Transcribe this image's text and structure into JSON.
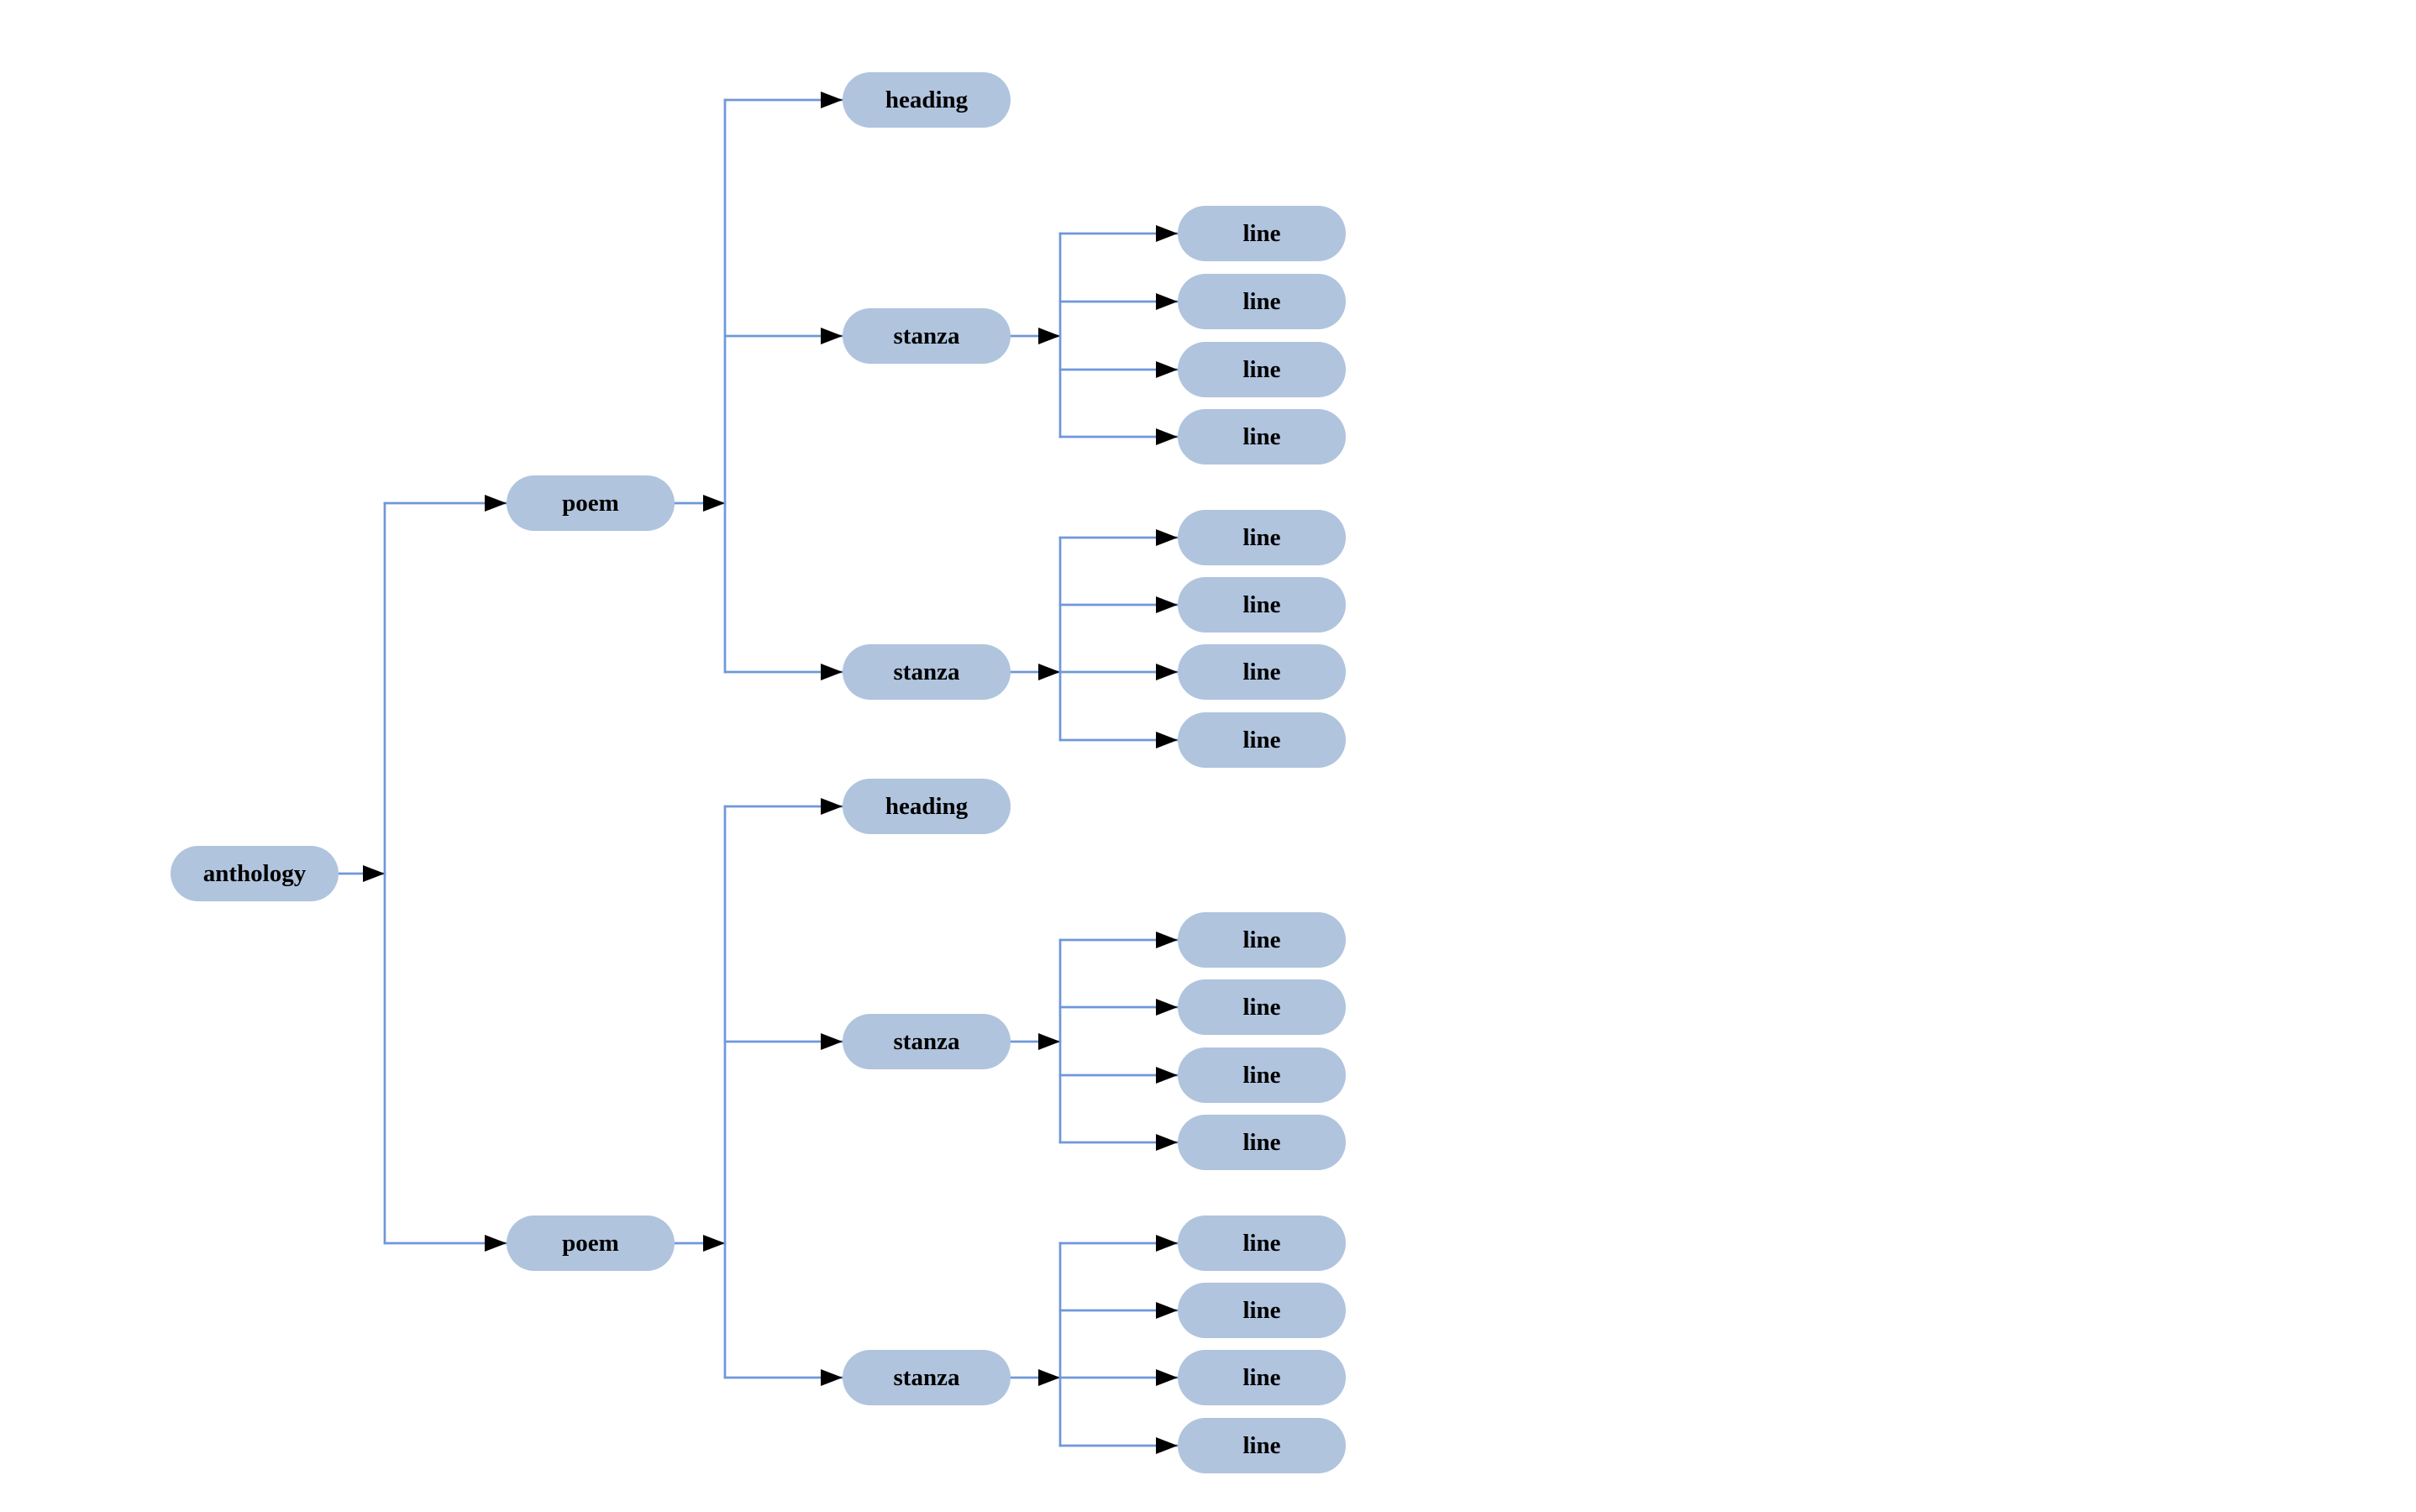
{
  "diagram": {
    "type": "tree",
    "orientation": "left-to-right",
    "colors": {
      "background": "#ffffff",
      "node_fill": "#b0c4de",
      "edge": "#6f97da",
      "arrow": "#000000",
      "text": "#000000"
    },
    "structure": {
      "label": "anthology",
      "children": [
        {
          "label": "poem",
          "children": [
            {
              "label": "heading",
              "children": []
            },
            {
              "label": "stanza",
              "children": [
                {
                  "label": "line"
                },
                {
                  "label": "line"
                },
                {
                  "label": "line"
                },
                {
                  "label": "line"
                }
              ]
            },
            {
              "label": "stanza",
              "children": [
                {
                  "label": "line"
                },
                {
                  "label": "line"
                },
                {
                  "label": "line"
                },
                {
                  "label": "line"
                }
              ]
            }
          ]
        },
        {
          "label": "poem",
          "children": [
            {
              "label": "heading",
              "children": []
            },
            {
              "label": "stanza",
              "children": [
                {
                  "label": "line"
                },
                {
                  "label": "line"
                },
                {
                  "label": "line"
                },
                {
                  "label": "line"
                }
              ]
            },
            {
              "label": "stanza",
              "children": [
                {
                  "label": "line"
                },
                {
                  "label": "line"
                },
                {
                  "label": "line"
                },
                {
                  "label": "line"
                }
              ]
            }
          ]
        }
      ]
    },
    "nodes": [
      {
        "id": "anthology",
        "label": "anthology"
      },
      {
        "id": "poem-1",
        "label": "poem"
      },
      {
        "id": "heading-1",
        "label": "heading"
      },
      {
        "id": "stanza-1",
        "label": "stanza"
      },
      {
        "id": "line-1-1",
        "label": "line"
      },
      {
        "id": "line-1-2",
        "label": "line"
      },
      {
        "id": "line-1-3",
        "label": "line"
      },
      {
        "id": "line-1-4",
        "label": "line"
      },
      {
        "id": "stanza-2",
        "label": "stanza"
      },
      {
        "id": "line-2-1",
        "label": "line"
      },
      {
        "id": "line-2-2",
        "label": "line"
      },
      {
        "id": "line-2-3",
        "label": "line"
      },
      {
        "id": "line-2-4",
        "label": "line"
      },
      {
        "id": "poem-2",
        "label": "poem"
      },
      {
        "id": "heading-2",
        "label": "heading"
      },
      {
        "id": "stanza-3",
        "label": "stanza"
      },
      {
        "id": "line-3-1",
        "label": "line"
      },
      {
        "id": "line-3-2",
        "label": "line"
      },
      {
        "id": "line-3-3",
        "label": "line"
      },
      {
        "id": "line-3-4",
        "label": "line"
      },
      {
        "id": "stanza-4",
        "label": "stanza"
      },
      {
        "id": "line-4-1",
        "label": "line"
      },
      {
        "id": "line-4-2",
        "label": "line"
      },
      {
        "id": "line-4-3",
        "label": "line"
      },
      {
        "id": "line-4-4",
        "label": "line"
      }
    ]
  }
}
